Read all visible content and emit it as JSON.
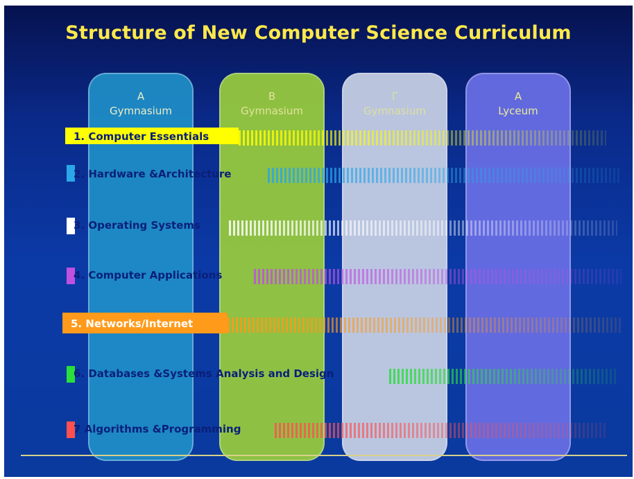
{
  "title": "Structure of New Computer Science Curriculum",
  "columns": [
    {
      "letter": "A",
      "name": "Gymnasium",
      "color": "#1f8fc8",
      "text_color": "#ffffcc"
    },
    {
      "letter": "B",
      "name": "Gymnasium",
      "color": "#9acd3c",
      "text_color": "#f4f4a0"
    },
    {
      "letter": "Γ",
      "name": "Gymnasium",
      "color": "#c9d2e6",
      "text_color": "#f0f0a0"
    },
    {
      "letter": "A",
      "name": "Lyceum",
      "color": "#6a6fe6",
      "text_color": "#ffff99"
    }
  ],
  "courses": [
    {
      "label": "1. Computer Essentials",
      "color": "#ffff00",
      "text_color": "#0a1f7a"
    },
    {
      "label": "2. Hardware &Architecture",
      "color": "#2aa7e8",
      "text_color": "#0a1f7a"
    },
    {
      "label": "3. Operating Systems",
      "color": "#ffffff",
      "text_color": "#0a1f7a"
    },
    {
      "label": "4. Computer Applications",
      "color": "#c050e0",
      "text_color": "#0a1f7a"
    },
    {
      "label": "5. Networks/Internet",
      "color": "#ff9a1a",
      "text_color": "#ffffff"
    },
    {
      "label": "6. Databases &Systems Analysis and Design",
      "color": "#2adf3a",
      "text_color": "#0a1f7a"
    },
    {
      "label": "7 Algorithms &Programming",
      "color": "#ff5050",
      "text_color": "#0a1f7a"
    }
  ]
}
